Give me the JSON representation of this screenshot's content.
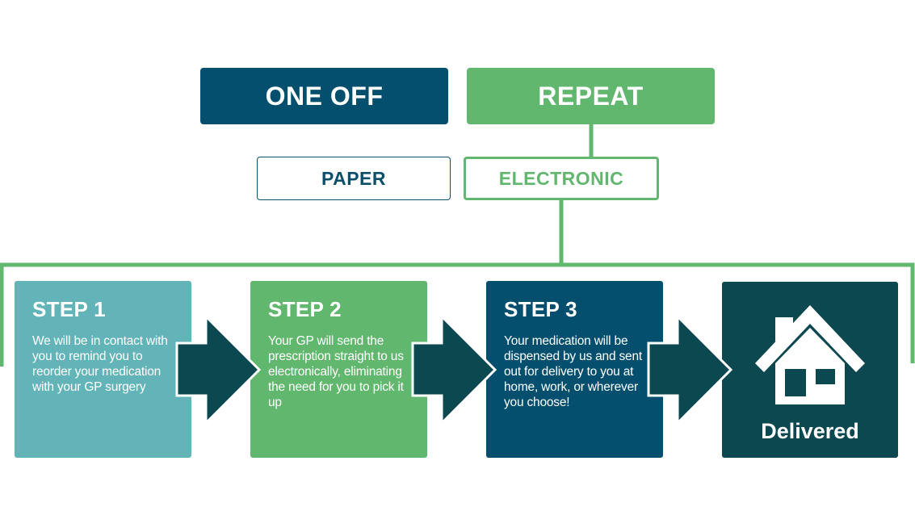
{
  "top_options": {
    "one_off": "ONE OFF",
    "repeat": "REPEAT"
  },
  "sub_options": {
    "paper": "PAPER",
    "electronic": "ELECTRONIC"
  },
  "steps": [
    {
      "title": "STEP 1",
      "text": "We will be in contact with you to remind you to reorder your medication with your GP surgery"
    },
    {
      "title": "STEP 2",
      "text": "Your GP will send the prescription straight to us electronically, eliminating the need for you to pick it up"
    },
    {
      "title": "STEP 3",
      "text": "Your medication will be dispensed by us and sent out for delivery to you at home, work, or wherever you choose!"
    }
  ],
  "final": {
    "label": "Delivered",
    "icon": "house-icon"
  },
  "colors": {
    "dark_blue": "#044f6e",
    "green": "#62b76f",
    "teal": "#62b4b8",
    "dark_teal": "#0b4850"
  }
}
